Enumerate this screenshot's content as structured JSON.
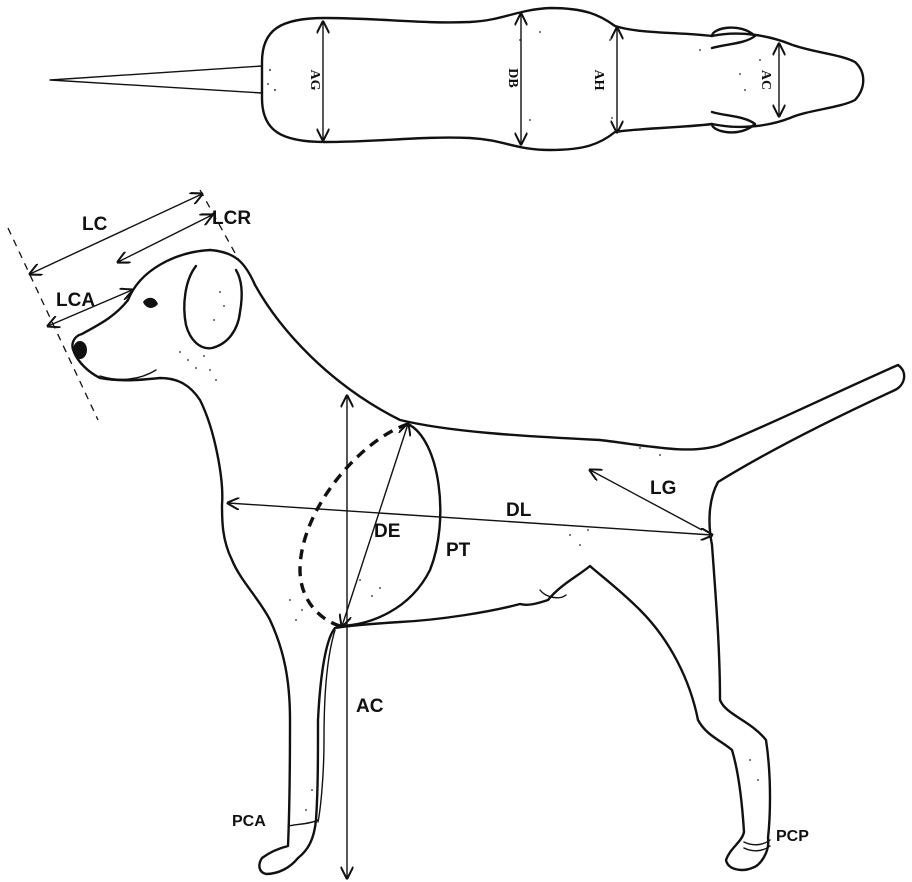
{
  "diagram": {
    "top_view_labels": {
      "ag": "AG",
      "db": "DB",
      "ah": "AH",
      "ac": "AC"
    },
    "side_view_labels": {
      "lc": "LC",
      "lcr": "LCR",
      "lca": "LCA",
      "lg": "LG",
      "dl": "DL",
      "de": "DE",
      "pt": "PT",
      "ac": "AC",
      "pca": "PCA",
      "pcp": "PCP"
    }
  }
}
